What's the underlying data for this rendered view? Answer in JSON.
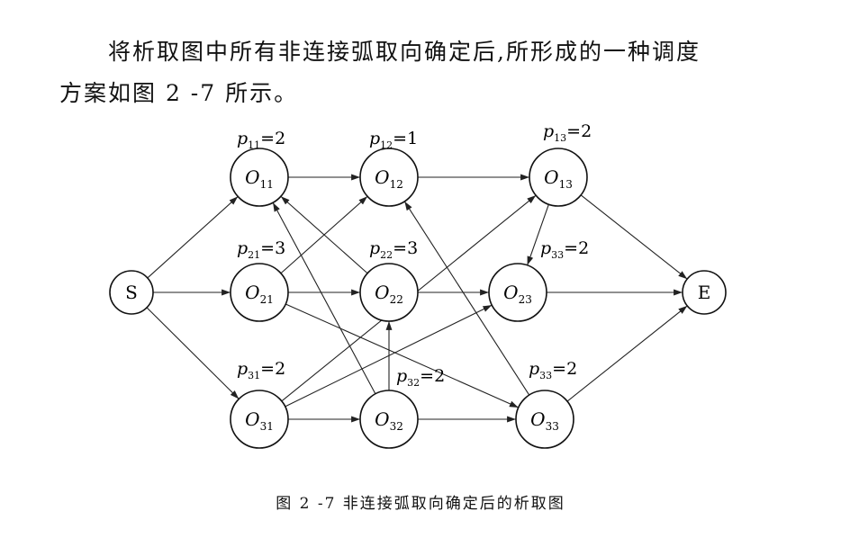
{
  "paragraph": {
    "line1": "将析取图中所有非连接弧取向确定后,所形成的一种调度",
    "line2": "方案如图 2 -7 所示。"
  },
  "caption": "图 2 -7    非连接弧取向确定后的析取图",
  "nodes": [
    {
      "id": "S",
      "text": "S",
      "sub": ""
    },
    {
      "id": "O11",
      "text": "O",
      "sub": "11"
    },
    {
      "id": "O12",
      "text": "O",
      "sub": "12"
    },
    {
      "id": "O13",
      "text": "O",
      "sub": "13"
    },
    {
      "id": "O21",
      "text": "O",
      "sub": "21"
    },
    {
      "id": "O22",
      "text": "O",
      "sub": "22"
    },
    {
      "id": "O23",
      "text": "O",
      "sub": "23"
    },
    {
      "id": "O31",
      "text": "O",
      "sub": "31"
    },
    {
      "id": "O32",
      "text": "O",
      "sub": "32"
    },
    {
      "id": "O33",
      "text": "O",
      "sub": "33"
    },
    {
      "id": "E",
      "text": "E",
      "sub": ""
    }
  ],
  "edges": [
    [
      "S",
      "O11"
    ],
    [
      "S",
      "O21"
    ],
    [
      "S",
      "O31"
    ],
    [
      "O11",
      "O12"
    ],
    [
      "O12",
      "O13"
    ],
    [
      "O13",
      "E"
    ],
    [
      "O21",
      "O22"
    ],
    [
      "O22",
      "O23"
    ],
    [
      "O23",
      "E"
    ],
    [
      "O31",
      "O32"
    ],
    [
      "O32",
      "O33"
    ],
    [
      "O33",
      "E"
    ],
    [
      "O21",
      "O12"
    ],
    [
      "O22",
      "O11"
    ],
    [
      "O32",
      "O11"
    ],
    [
      "O21",
      "O33"
    ],
    [
      "O31",
      "O13"
    ],
    [
      "O31",
      "O23"
    ],
    [
      "O32",
      "O22"
    ],
    [
      "O13",
      "O23"
    ],
    [
      "O33",
      "O12"
    ]
  ],
  "processing_times": [
    {
      "var": "p",
      "sub": "11",
      "value": "=2"
    },
    {
      "var": "p",
      "sub": "12",
      "value": "=1"
    },
    {
      "var": "p",
      "sub": "13",
      "value": "=2"
    },
    {
      "var": "p",
      "sub": "21",
      "value": "=3"
    },
    {
      "var": "p",
      "sub": "22",
      "value": "=3"
    },
    {
      "var": "p",
      "sub": "33",
      "value": "=2"
    },
    {
      "var": "p",
      "sub": "31",
      "value": "=2"
    },
    {
      "var": "p",
      "sub": "32",
      "value": "=2"
    },
    {
      "var": "p",
      "sub": "33",
      "value": "=2"
    }
  ]
}
